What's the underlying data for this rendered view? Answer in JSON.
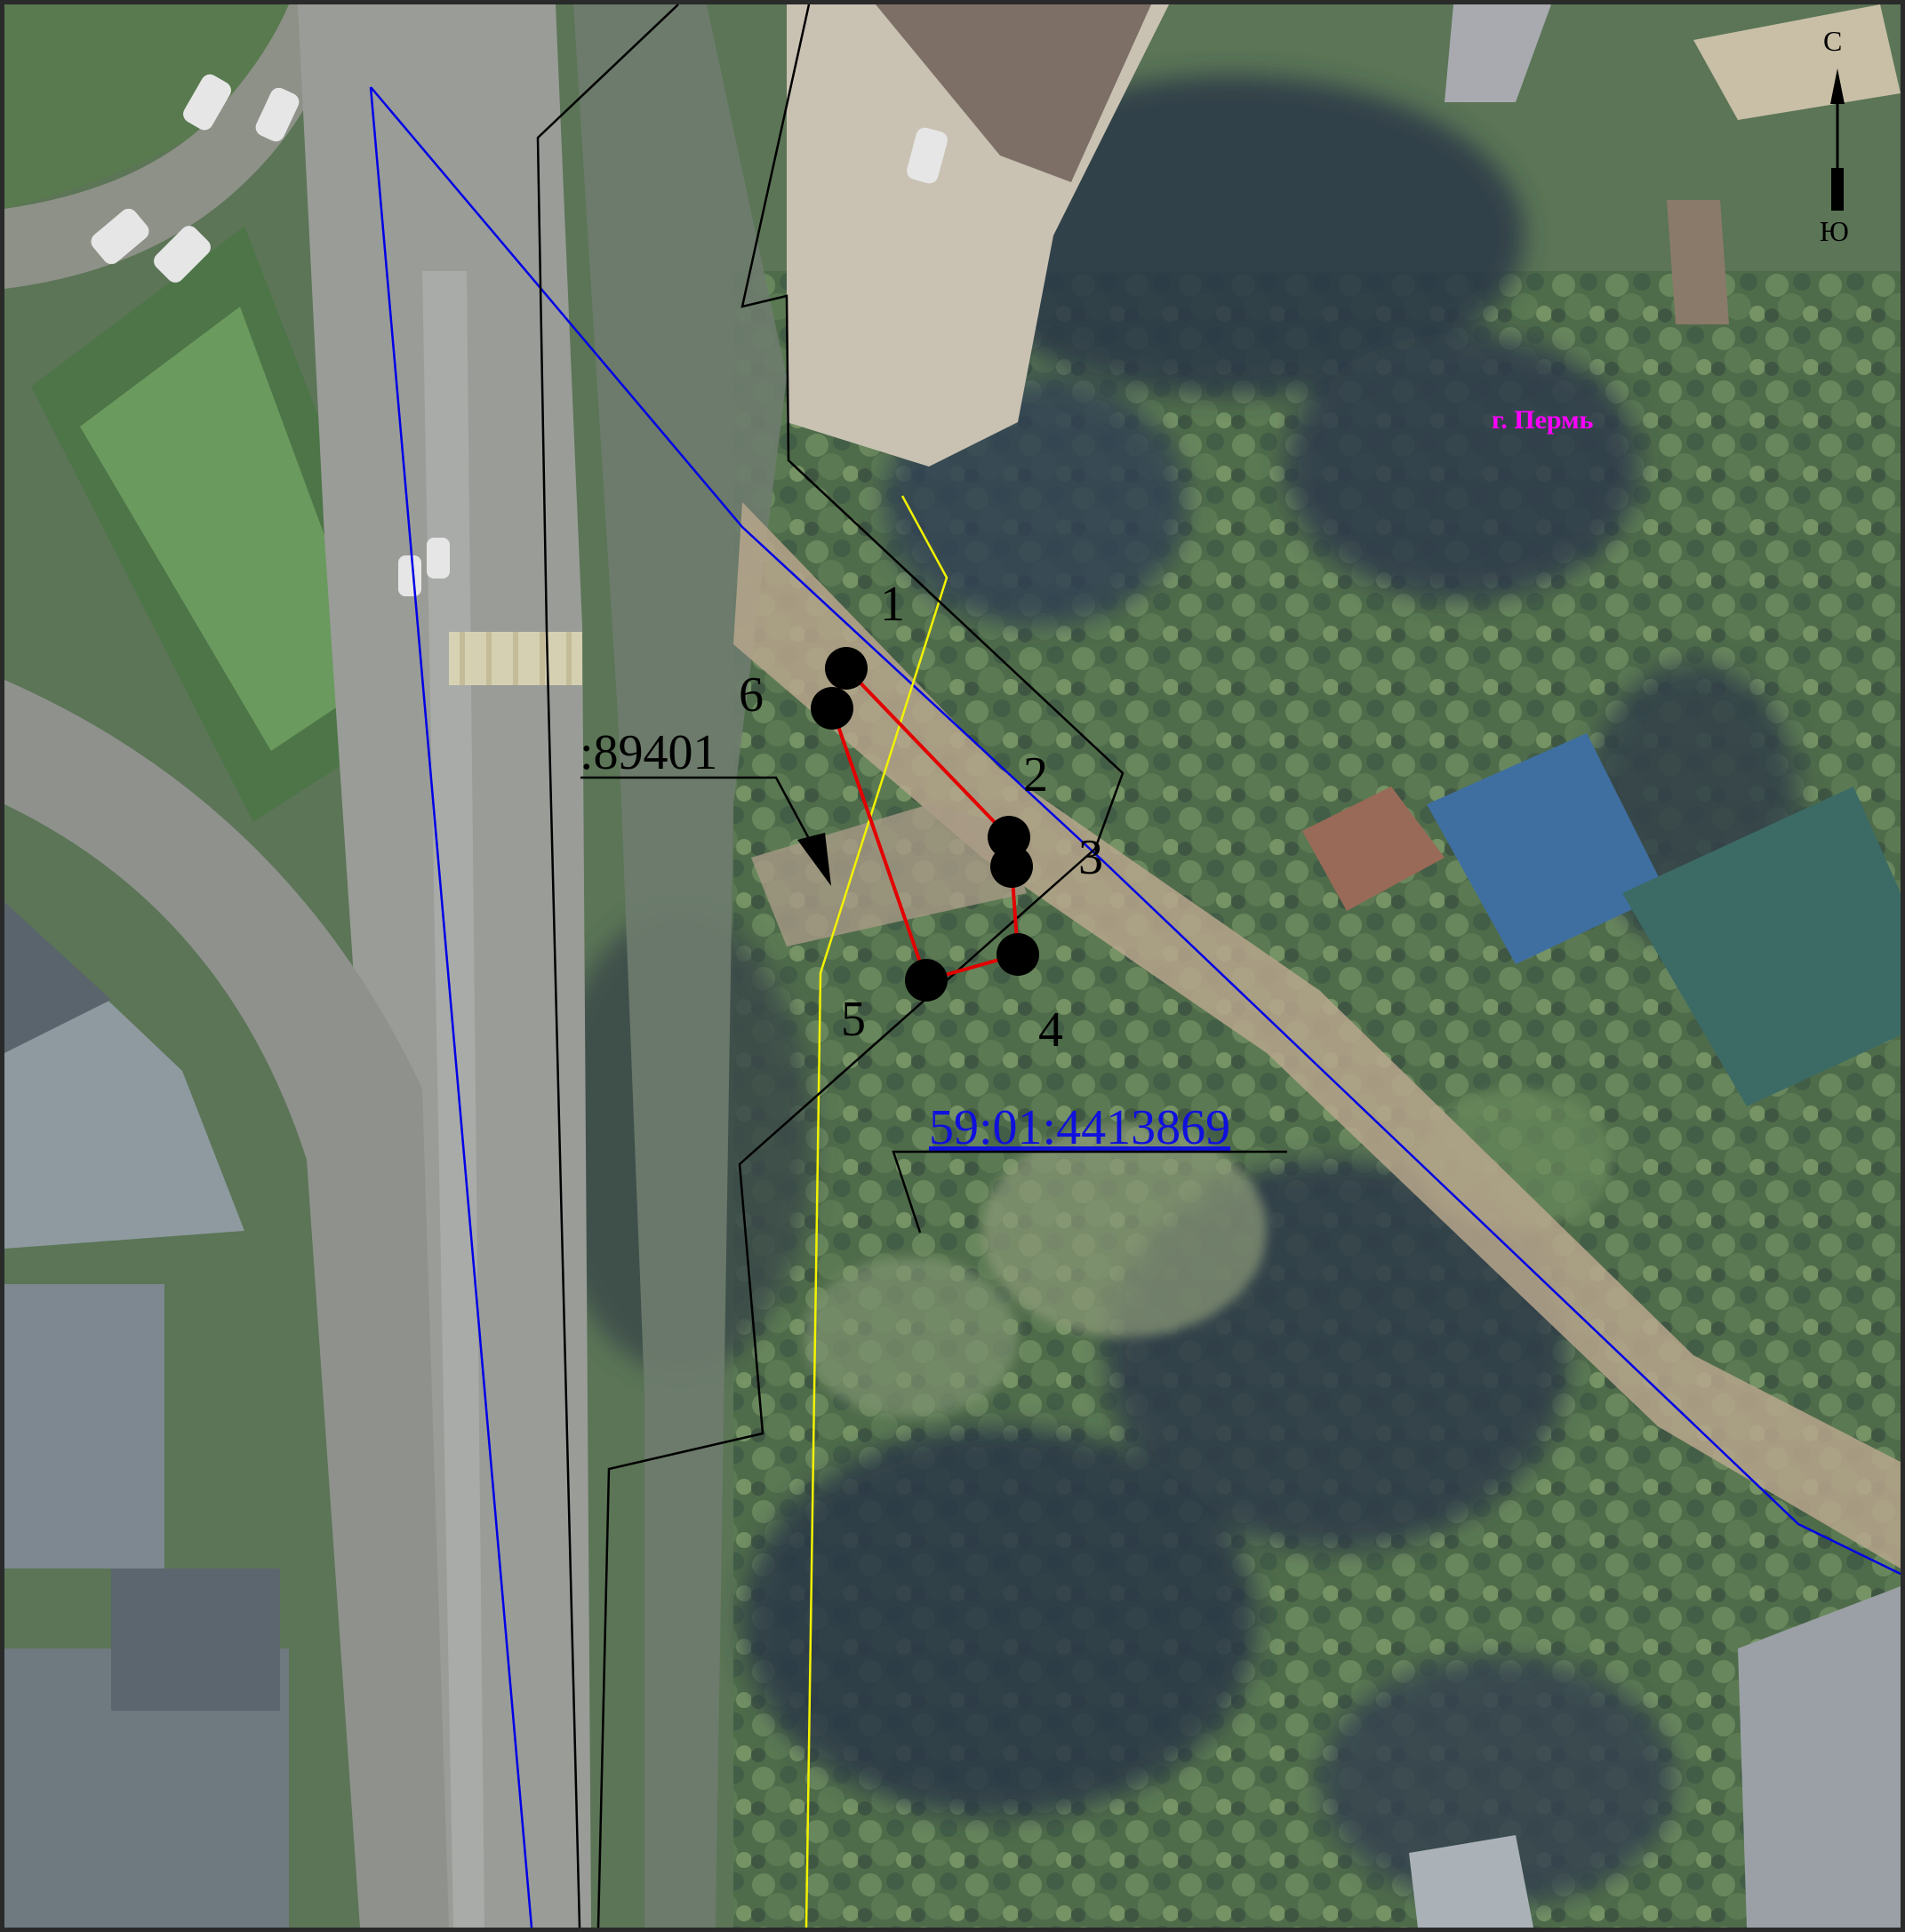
{
  "map": {
    "city_label": "г. Пермь",
    "parcel_ref_adjacent": ":89401",
    "cadastral_quarter": "59:01:4413869",
    "compass": {
      "north": "С",
      "south": "Ю"
    },
    "points": [
      {
        "label": "1"
      },
      {
        "label": "2"
      },
      {
        "label": "3"
      },
      {
        "label": "4"
      },
      {
        "label": "5"
      },
      {
        "label": "6"
      }
    ],
    "colors": {
      "boundary_red": "#e30000",
      "parcel_black": "#000000",
      "quarter_blue": "#0000e6",
      "zone_yellow": "#f2f200",
      "city_label": "#ff00ff",
      "quarter_label": "#1010dd"
    }
  }
}
